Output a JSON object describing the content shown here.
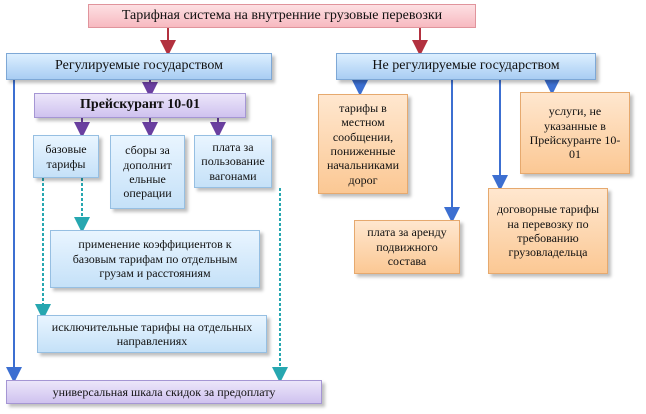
{
  "title": "Тарифная система на внутренние грузовые перевозки",
  "left_branch": {
    "label": "Регулируемые государством",
    "pricelist": "Прейскурант 10-01",
    "sub_items": [
      "базовые тарифы",
      "сборы за дополнит ельные операции",
      "плата за пользование вагонами"
    ],
    "coefficients": "применение коэффициентов к базовым тарифам по отдельным грузам и расстояниям",
    "exclusive": "исключительные тарифы на отдельных направлениях"
  },
  "right_branch": {
    "label": "Не регулируемые государством",
    "local_tariffs": "тарифы в местном сообщении, пониженные начальниками дорог",
    "services": "услуги, не указанные в Прейскуранте 10-01",
    "rolling_stock": "плата за аренду подвижного состава",
    "contract": "договорные тарифы на перевозку по требованию грузовладельца"
  },
  "bottom": "универсальная шкала скидок за предоплату",
  "colors": {
    "pink": "#f7b9c0",
    "blue": "#a9cdf3",
    "lavender": "#cfc2ef",
    "light_blue": "#c5e1f8",
    "orange": "#fbc894",
    "arrow_red": "#b2313f",
    "arrow_blue": "#3c6fd1",
    "arrow_teal": "#27a7b0",
    "arrow_purple": "#6a3fa0"
  }
}
